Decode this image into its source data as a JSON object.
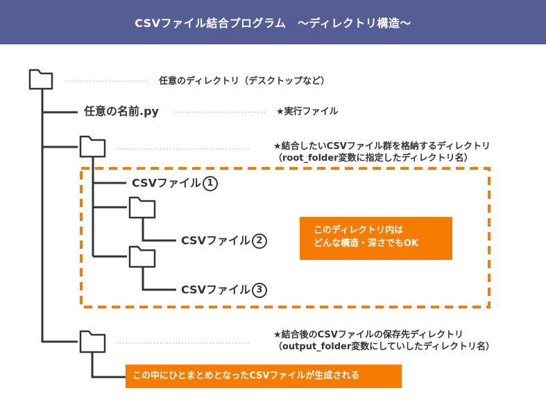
{
  "header": {
    "title": "CSVファイル結合プログラム　〜ディレクトリ構造〜"
  },
  "colors": {
    "header_bg": "#545e94",
    "accent": "#f57c00",
    "line": "#333333",
    "dotted": "#bbbbbb"
  },
  "nodes": {
    "root_label": "任意のディレクトリ（デスクトップなど）",
    "script_name": "任意の名前.py",
    "script_label": "★実行ファイル",
    "root_folder_label_1": "★結合したいCSVファイル群を格納するディレクトリ",
    "root_folder_label_2": "（root_folder変数に指定したディレクトリ名）",
    "csv1": "CSVファイル",
    "csv1_num": "1",
    "csv2": "CSVファイル",
    "csv2_num": "2",
    "csv3": "CSVファイル",
    "csv3_num": "3",
    "output_label_1": "★結合後のCSVファイルの保存先ディレクトリ",
    "output_label_2": "（output_folder変数にしていしたディレクトリ名）"
  },
  "callouts": {
    "structure_line_1": "このディレクトリ内は",
    "structure_line_2": "どんな構造・深さでもOK",
    "output": "この中にひとまとめとなったCSVファイルが生成される"
  },
  "icons": [
    "folder-icon"
  ]
}
